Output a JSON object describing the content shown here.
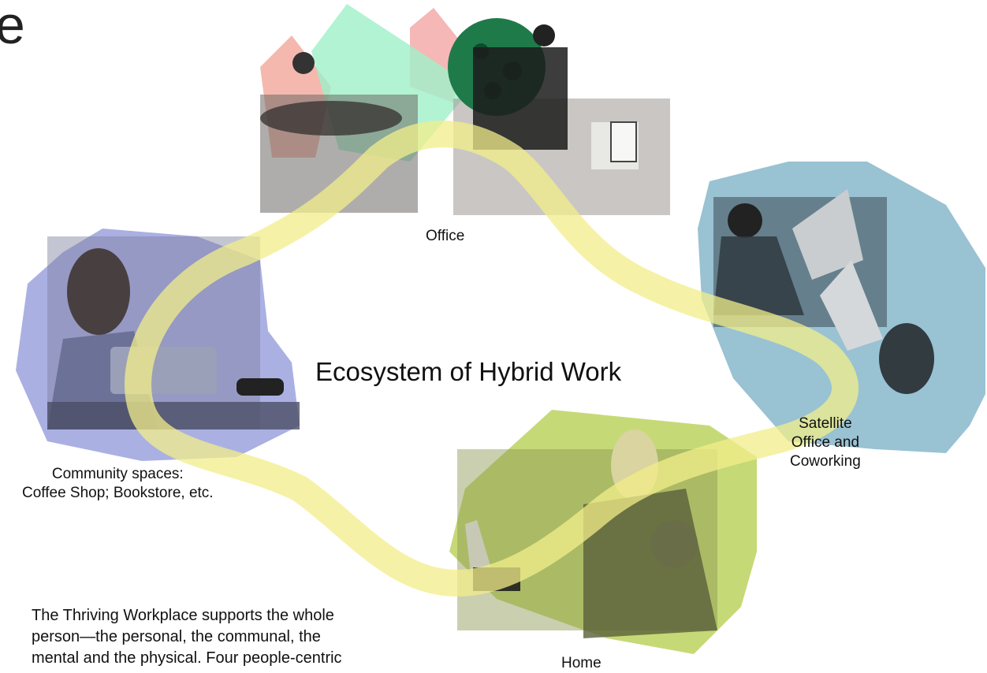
{
  "corner_fragment": "e",
  "title": "Ecosystem of Hybrid Work",
  "nodes": {
    "office": {
      "label": "Office",
      "color": "#f3a69a"
    },
    "community": {
      "line1": "Community spaces:",
      "line2": "Coffee Shop; Bookstore, etc.",
      "color": "#8e96d8"
    },
    "satellite": {
      "line1": "Satellite",
      "line2": "Office and",
      "line3": "Coworking",
      "color": "#7fb3c8"
    },
    "home": {
      "label": "Home",
      "color": "#b3cc4a"
    }
  },
  "connector_color": "#f2ee8a",
  "accent_colors": {
    "mint": "#9ff0c8",
    "pink": "#f4a5a5",
    "foliage": "#1f7a4a"
  },
  "body_text": {
    "line1": "The Thriving Workplace supports the whole",
    "line2": "person—the personal, the communal, the",
    "line3": "mental and the physical. Four people-centric"
  },
  "icons": [
    "office-meeting-photo",
    "woman-coffee-laptop-photo",
    "man-two-laptops-photo",
    "woman-child-laptop-photo"
  ]
}
